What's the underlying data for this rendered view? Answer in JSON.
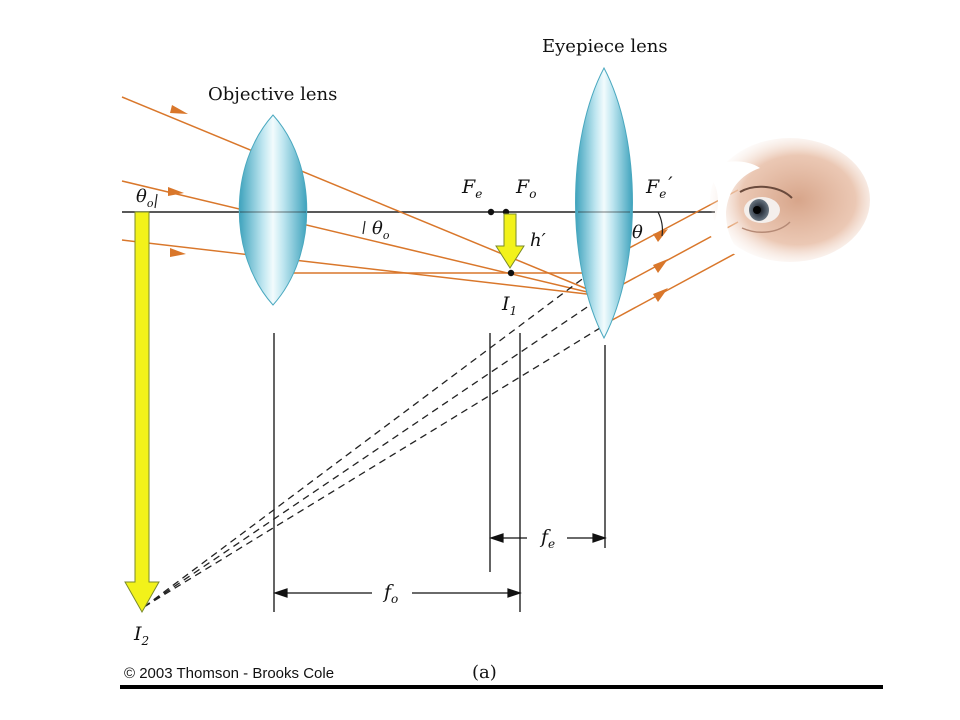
{
  "labels": {
    "objective_lens": "Objective lens",
    "eyepiece_lens": "Eyepiece lens",
    "Fe_main": "F",
    "Fe_sub": "e",
    "Fo_main": "F",
    "Fo_sub": "o",
    "Fe_prime_main": "F",
    "Fe_prime_sub": "e",
    "Fe_prime_mark": "′",
    "theta_o_left_main": "θ",
    "theta_o_left_sub": "o",
    "theta_o_mid_main": "θ",
    "theta_o_mid_sub": "o",
    "h_prime": "h′",
    "theta": "θ",
    "I1_main": "I",
    "I1_sub": "1",
    "I2_main": "I",
    "I2_sub": "2",
    "fe_main": "f",
    "fe_sub": "e",
    "fo_main": "f",
    "fo_sub": "o",
    "caption": "(a)"
  },
  "footer": {
    "copyright": "© 2003 Thomson - Brooks Cole"
  },
  "colors": {
    "ray": "#d9772b",
    "arrow_fill": "#f2f21a",
    "arrow_stroke": "#7a8a2a",
    "lens_edge": "#5ab3c8",
    "lens_mid": "#eaf7fb",
    "axis": "#222222",
    "bottom_rule": "#000000"
  }
}
